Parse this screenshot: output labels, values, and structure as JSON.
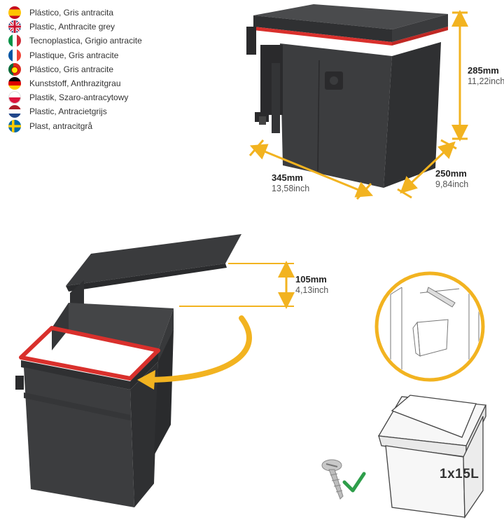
{
  "materials": [
    {
      "lang": "es",
      "text": "Plástico, Gris antracita"
    },
    {
      "lang": "gb",
      "text": "Plastic, Anthracite grey"
    },
    {
      "lang": "it",
      "text": "Tecnoplastica, Grigio antracite"
    },
    {
      "lang": "fr",
      "text": "Plastique, Gris antracite"
    },
    {
      "lang": "pt",
      "text": "Plástico, Gris antracite"
    },
    {
      "lang": "de",
      "text": "Kunststoff, Anthrazitgrau"
    },
    {
      "lang": "pl",
      "text": "Plastik, Szaro-antracytowy"
    },
    {
      "lang": "nl",
      "text": "Plastic, Antracietgrijs"
    },
    {
      "lang": "se",
      "text": "Plast, antracitgrå"
    }
  ],
  "dimensions": {
    "height": {
      "mm": "285mm",
      "inch": "11,22inch"
    },
    "width": {
      "mm": "345mm",
      "inch": "13,58inch"
    },
    "depth": {
      "mm": "250mm",
      "inch": "9,84inch"
    },
    "lid_opening": {
      "mm": "105mm",
      "inch": "4,13inch"
    }
  },
  "capacity": "1x15L",
  "colors": {
    "bin": "#3c3d3f",
    "bin_dark": "#2f3032",
    "bin_light": "#4a4b4d",
    "accent_red": "#d9302c",
    "arrow_yellow": "#f2b320",
    "check_green": "#2e9e4a"
  },
  "icons": {
    "screw": "screw-icon",
    "check": "check-icon"
  }
}
